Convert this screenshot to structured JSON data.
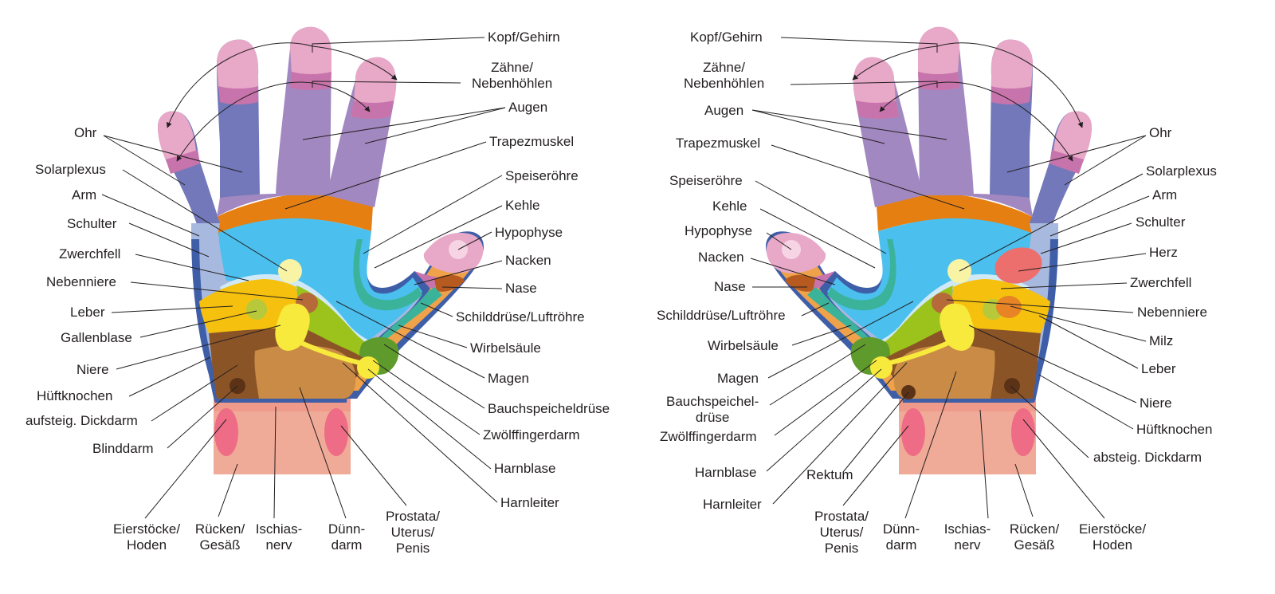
{
  "diagram": {
    "colors": {
      "outline": "#3f5ea8",
      "finger_blue": "#7278b9",
      "finger_purple": "#a288c0",
      "tip_pink": "#e8a8c8",
      "tip_band": "#c874ac",
      "orange_band": "#e57f12",
      "cyan": "#4bbfee",
      "light_blue": "#a7b9de",
      "yellow": "#f5c10e",
      "green": "#9bc31c",
      "dark_green": "#5f9a2d",
      "teal": "#3bb39b",
      "brown": "#8b5427",
      "tan": "#c98b45",
      "salmon": "#f0aa98",
      "pink_oval": "#ee6c86",
      "light_yellow": "#f9f3a6",
      "bright_yellow": "#f7ea3c",
      "heart": "#ec6f6d",
      "spleen": "#e88425",
      "thumb_orange": "#f0a24a",
      "thumb_pink": "#e8a8c8"
    },
    "left_labels": {
      "kopf": "Kopf/Gehirn",
      "zaehne": "Zähne/\nNebenhöhlen",
      "augen": "Augen",
      "trapezmuskel": "Trapezmuskel",
      "speiseroehre": "Speiseröhre",
      "kehle": "Kehle",
      "hypophyse": "Hypophyse",
      "nacken": "Nacken",
      "nase": "Nase",
      "schilddruese": "Schilddrüse/Luftröhre",
      "wirbelsaeule": "Wirbelsäule",
      "magen": "Magen",
      "bauchspeichel": "Bauchspeicheldrüse",
      "zwoelffinger": "Zwölffingerdarm",
      "harnblase": "Harnblase",
      "harnleiter": "Harnleiter",
      "ohr": "Ohr",
      "solarplexus": "Solarplexus",
      "arm": "Arm",
      "schulter": "Schulter",
      "zwerchfell": "Zwerchfell",
      "nebenniere": "Nebenniere",
      "leber": "Leber",
      "gallenblase": "Gallenblase",
      "niere": "Niere",
      "hueftknochen": "Hüftknochen",
      "dickdarm": "aufsteig. Dickdarm",
      "blinddarm": "Blinddarm",
      "eierstoecke": "Eierstöcke/\nHoden",
      "ruecken": "Rücken/\nGesäß",
      "ischias": "Ischias-\nnerv",
      "duenndarm": "Dünn-\ndarm",
      "prostata": "Prostata/\nUterus/\nPenis"
    },
    "right_labels": {
      "kopf": "Kopf/Gehirn",
      "zaehne": "Zähne/\nNebenhöhlen",
      "augen": "Augen",
      "trapezmuskel": "Trapezmuskel",
      "speiseroehre": "Speiseröhre",
      "kehle": "Kehle",
      "hypophyse": "Hypophyse",
      "nacken": "Nacken",
      "nase": "Nase",
      "schilddruese": "Schilddrüse/Luftröhre",
      "wirbelsaeule": "Wirbelsäule",
      "magen": "Magen",
      "bauchspeichel": "Bauchspeichel-\ndrüse",
      "zwoelffinger": "Zwölffingerdarm",
      "harnblase": "Harnblase",
      "harnleiter": "Harnleiter",
      "rektum": "Rektum",
      "ohr": "Ohr",
      "solarplexus": "Solarplexus",
      "arm": "Arm",
      "schulter": "Schulter",
      "herz": "Herz",
      "zwerchfell": "Zwerchfell",
      "nebenniere": "Nebenniere",
      "milz": "Milz",
      "leber": "Leber",
      "niere": "Niere",
      "hueftknochen": "Hüftknochen",
      "dickdarm": "absteig. Dickdarm",
      "prostata": "Prostata/\nUterus/\nPenis",
      "duenndarm": "Dünn-\ndarm",
      "ischias": "Ischias-\nnerv",
      "ruecken": "Rücken/\nGesäß",
      "eierstoecke": "Eierstöcke/\nHoden"
    }
  }
}
